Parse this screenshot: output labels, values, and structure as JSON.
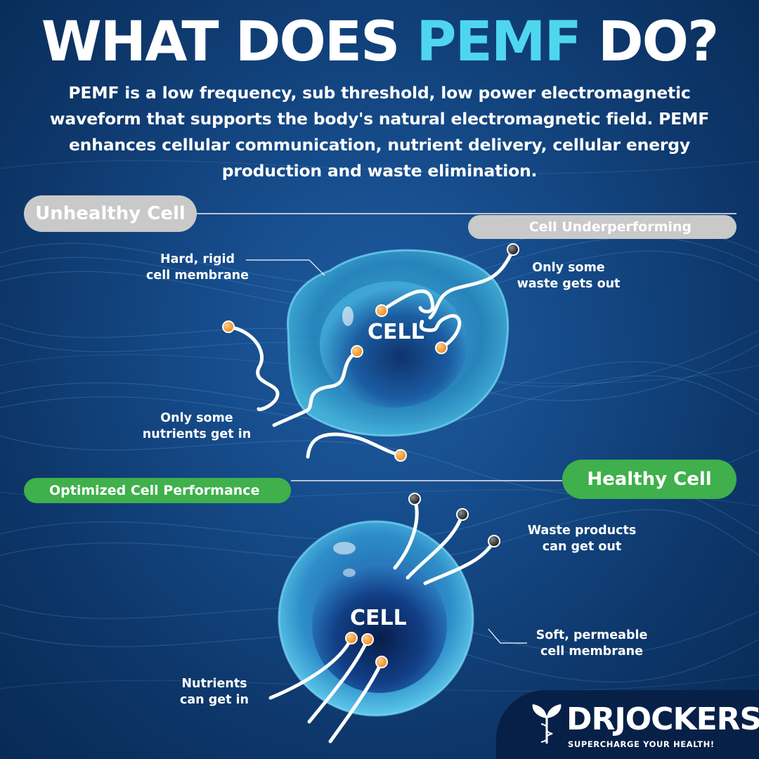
{
  "title": {
    "prefix": "WHAT DOES ",
    "accent": "PEMF",
    "suffix": " DO?"
  },
  "description": "PEMF is a low frequency, sub threshold, low power electromagnetic waveform that supports the body's natural electromagnetic field.  PEMF enhances cellular communication, nutrient delivery, cellular energy production and waste elimination.",
  "unhealthy": {
    "heading": "Unhealthy Cell",
    "status": "Cell Underperforming",
    "cell_label": "CELL",
    "membrane_label": [
      "Hard, rigid",
      "cell membrane"
    ],
    "waste_label": [
      "Only some",
      "waste gets out"
    ],
    "nutrients_label": [
      "Only some",
      "nutrients get in"
    ]
  },
  "healthy": {
    "heading": "Healthy Cell",
    "status": "Optimized Cell Performance",
    "cell_label": "CELL",
    "waste_label": [
      "Waste products",
      "can get out"
    ],
    "membrane_label": [
      "Soft, permeable",
      "cell membrane"
    ],
    "nutrients_label": [
      "Nutrients",
      "can get in"
    ]
  },
  "logo": {
    "name": "DRJOCKERS",
    "tagline": "SUPERCHARGE YOUR HEALTH!"
  },
  "colors": {
    "accent": "#4fd6ef",
    "unhealthy_pill": "#c9c9c9",
    "healthy_pill": "#3fb04c",
    "nutrient_dot": "#f29a2e",
    "waste_dot": "#2b2b2b"
  }
}
